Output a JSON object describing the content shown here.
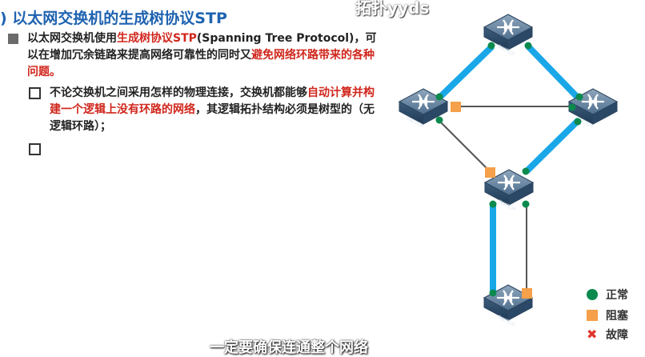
{
  "title": ") 以太网交换机的生成树协议STP",
  "overlay_watermark": "拓扑yyds",
  "bullet1": {
    "part1": "以太网交换机使用",
    "highlight1": "生成树协议STP",
    "part2": "(Spanning Tree Protocol)，可以在增加冗余链路来提高网络可靠性的同时又",
    "highlight2": "避免网络环路带来的各种问题。"
  },
  "bullet2": {
    "part1": "不论交换机之间采用怎样的物理连接，交换机都能够",
    "highlight1": "自动计算并构建一个逻辑上没有环路的网络",
    "part2": "，其逻辑拓扑结构必须是树型的（无逻辑环路）；"
  },
  "bullet3": {
    "text": ""
  },
  "switch_label": "SWITCH",
  "legend": {
    "normal": "正常",
    "blocked": "阻塞",
    "fault": "故障"
  },
  "legend_colors": {
    "normal": "#0c8a4e",
    "blocked": "#f5a04a",
    "fault": "#e0362b"
  },
  "link_colors": {
    "active": "#1aa7e8",
    "inactive": "#555555"
  },
  "subtitle": "一定要确保连通整个网络"
}
